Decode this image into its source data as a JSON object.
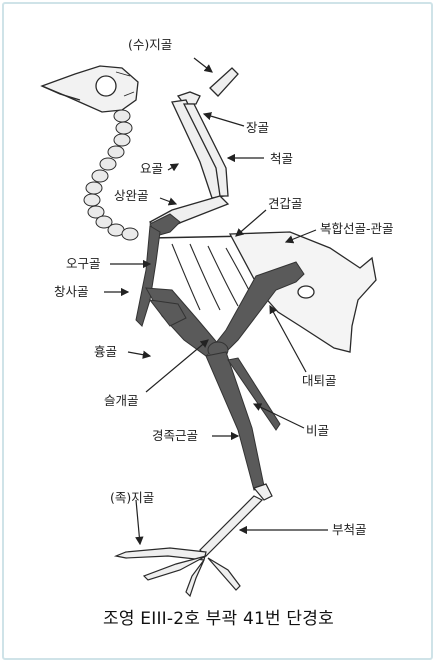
{
  "labels": {
    "hand_digit": "(수)지골",
    "carpometacarpus": "장골",
    "ulna": "척골",
    "radius": "요골",
    "humerus": "상완골",
    "scapula": "견갑골",
    "synsacrum": "복합선골-관골",
    "coracoid": "오구골",
    "furcula": "창사골",
    "sternum": "흉골",
    "femur": "대퇴골",
    "patella": "슬개골",
    "fibula": "비골",
    "tibiotarsus": "경족근골",
    "foot_digit": "(족)지골",
    "tarsometatarsus": "부척골"
  },
  "caption": "조영 EIII-2호 부곽 41번 단경호",
  "colors": {
    "frame": "#cfe3e8",
    "highlight": "#5a5a5a",
    "bone_line": "#2a2a2a"
  }
}
